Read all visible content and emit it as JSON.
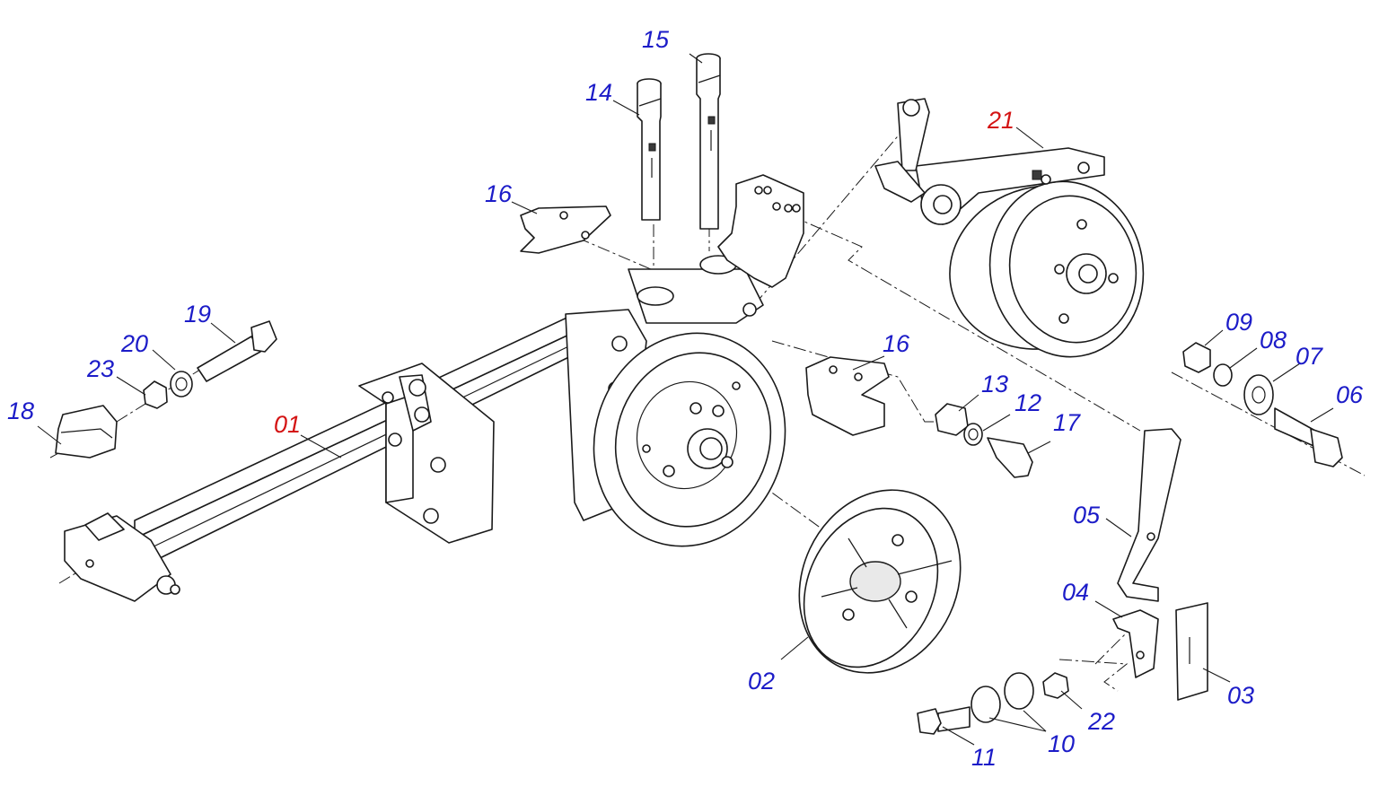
{
  "colors": {
    "standard_label": "#1c1cc8",
    "highlight_label": "#d41414",
    "line": "#1a1a1a"
  },
  "labels": [
    {
      "id": "01",
      "text": "01",
      "color": "highlight"
    },
    {
      "id": "02",
      "text": "02",
      "color": "standard"
    },
    {
      "id": "03",
      "text": "03",
      "color": "standard"
    },
    {
      "id": "04",
      "text": "04",
      "color": "standard"
    },
    {
      "id": "05",
      "text": "05",
      "color": "standard"
    },
    {
      "id": "06",
      "text": "06",
      "color": "standard"
    },
    {
      "id": "07",
      "text": "07",
      "color": "standard"
    },
    {
      "id": "08",
      "text": "08",
      "color": "standard"
    },
    {
      "id": "09",
      "text": "09",
      "color": "standard"
    },
    {
      "id": "10",
      "text": "10",
      "color": "standard"
    },
    {
      "id": "11",
      "text": "11",
      "color": "standard"
    },
    {
      "id": "12",
      "text": "12",
      "color": "standard"
    },
    {
      "id": "13",
      "text": "13",
      "color": "standard"
    },
    {
      "id": "14",
      "text": "14",
      "color": "standard"
    },
    {
      "id": "15",
      "text": "15",
      "color": "standard"
    },
    {
      "id": "16a",
      "text": "16",
      "color": "standard"
    },
    {
      "id": "16b",
      "text": "16",
      "color": "standard"
    },
    {
      "id": "17",
      "text": "17",
      "color": "standard"
    },
    {
      "id": "18",
      "text": "18",
      "color": "standard"
    },
    {
      "id": "19",
      "text": "19",
      "color": "standard"
    },
    {
      "id": "20",
      "text": "20",
      "color": "standard"
    },
    {
      "id": "21",
      "text": "21",
      "color": "highlight"
    },
    {
      "id": "22",
      "text": "22",
      "color": "standard"
    },
    {
      "id": "23",
      "text": "23",
      "color": "standard"
    }
  ]
}
